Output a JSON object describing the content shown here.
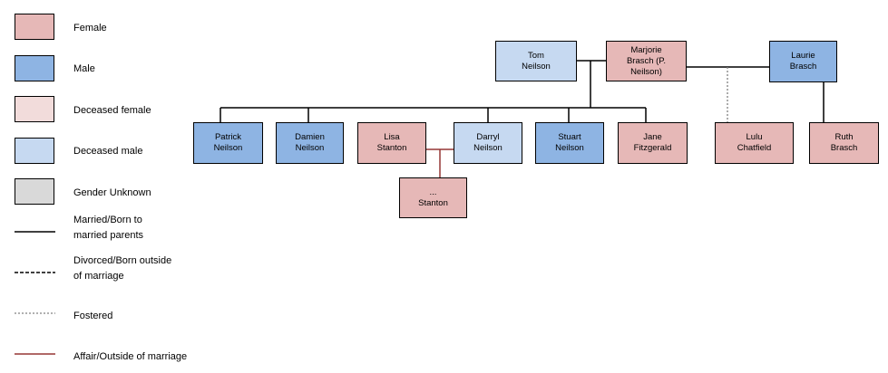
{
  "legend": {
    "female": "Female",
    "male": "Male",
    "deceased_female": "Deceased female",
    "deceased_male": "Deceased male",
    "gender_unknown": "Gender Unknown",
    "married": "Married/Born to\nmarried parents",
    "divorced": "Divorced/Born outside\nof marriage",
    "fostered": "Fostered",
    "affair": "Affair/Outside of marriage"
  },
  "colors": {
    "female": "#e6b8b7",
    "male": "#8eb4e3",
    "deceased_female": "#f2dcdb",
    "deceased_male": "#c6d9f1",
    "gender_unknown": "#d9d9d9",
    "married_line": "#000000",
    "fostered_line": "#808080",
    "affair_line": "#953735"
  },
  "people": {
    "tom": "Tom\nNeilson",
    "marjorie": "Marjorie\nBrasch (P.\nNeilson)",
    "laurie": "Laurie\nBrasch",
    "patrick": "Patrick\nNeilson",
    "damien": "Damien\nNeilson",
    "lisa": "Lisa\nStanton",
    "darryl": "Darryl\nNeilson",
    "stuart": "Stuart\nNeilson",
    "jane": "Jane\nFitzgerald",
    "lulu": "Lulu\nChatfield",
    "ruth": "Ruth\nBrasch",
    "stanton_child": "...\nStanton"
  }
}
